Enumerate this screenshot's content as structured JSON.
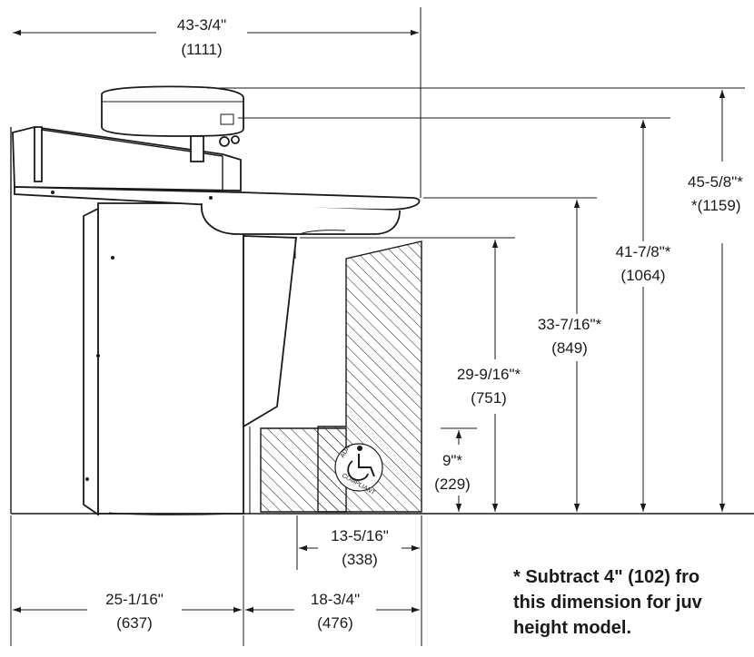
{
  "dimensions": {
    "overall_width": {
      "imperial": "43-3/4\"",
      "metric": "(1111)"
    },
    "height_top": {
      "imperial": "45-5/8\"*",
      "metric": "*(1159)"
    },
    "height_bubbler": {
      "imperial": "41-7/8\"*",
      "metric": "(1064)"
    },
    "height_rim": {
      "imperial": "33-7/16\"*",
      "metric": "(849)"
    },
    "height_knee": {
      "imperial": "29-9/16\"*",
      "metric": "(751)"
    },
    "height_toe": {
      "imperial": "9\"*",
      "metric": "(229)"
    },
    "toe_depth": {
      "imperial": "13-5/16\"",
      "metric": "(338)"
    },
    "rear_depth": {
      "imperial": "25-1/16\"",
      "metric": "(637)"
    },
    "front_depth": {
      "imperial": "18-3/4\"",
      "metric": "(476)"
    }
  },
  "note": {
    "line1": "* Subtract 4\" (102) fro",
    "line2": "this dimension for juv",
    "line3": "height model."
  },
  "ada_badge": {
    "top_text": "ADA",
    "bottom_text": "COMPLIANT"
  }
}
